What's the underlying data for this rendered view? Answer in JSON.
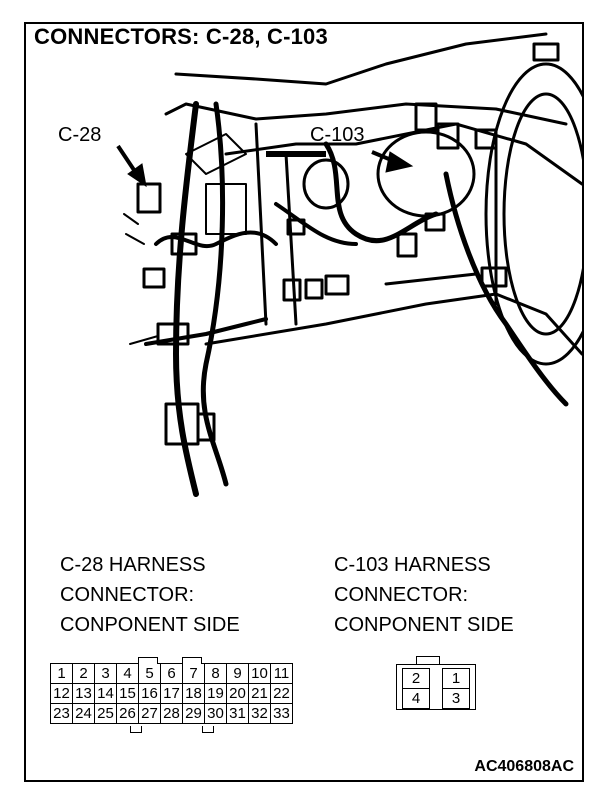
{
  "title": "CONNECTORS: C-28, C-103",
  "callouts": {
    "c28": "C-28",
    "c103": "C-103"
  },
  "left": {
    "lines": [
      "C-28 HARNESS",
      "CONNECTOR:",
      "CONPONENT SIDE"
    ]
  },
  "right": {
    "lines": [
      "C-103 HARNESS",
      "CONNECTOR:",
      "CONPONENT SIDE"
    ]
  },
  "c28_pins": [
    [
      "1",
      "2",
      "3",
      "4",
      "5",
      "6",
      "7",
      "8",
      "9",
      "10",
      "11"
    ],
    [
      "12",
      "13",
      "14",
      "15",
      "16",
      "17",
      "18",
      "19",
      "20",
      "21",
      "22"
    ],
    [
      "23",
      "24",
      "25",
      "26",
      "27",
      "28",
      "29",
      "30",
      "31",
      "32",
      "33"
    ]
  ],
  "c103_pins": [
    [
      "2",
      "1"
    ],
    [
      "4",
      "3"
    ]
  ],
  "figure_code": "AC406808AC"
}
